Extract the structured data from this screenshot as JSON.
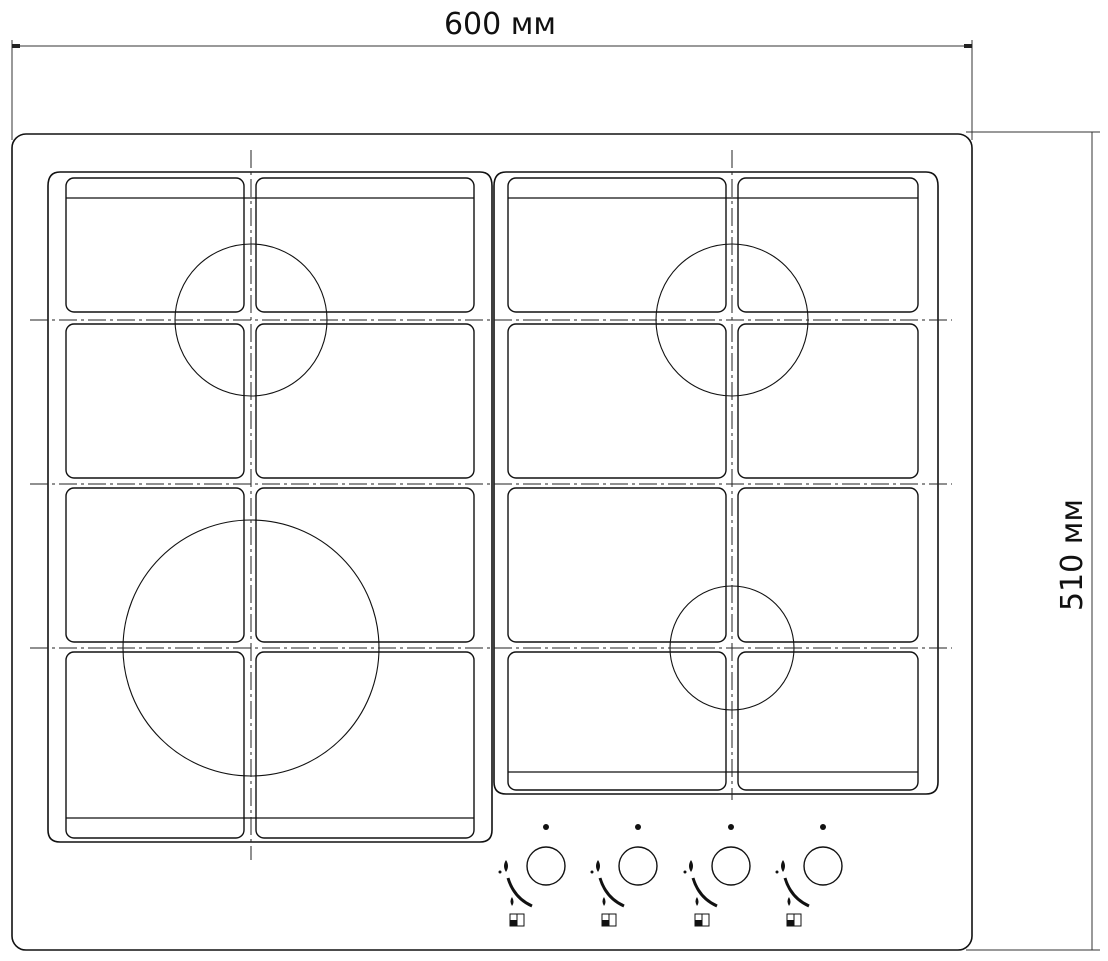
{
  "dimensions": {
    "width_label": "600 мм",
    "height_label": "510 мм"
  },
  "hob": {
    "burner_count": 4,
    "knob_count": 4,
    "knobs": [
      {
        "id": "knob-1",
        "icon": "flame-high-low-icon"
      },
      {
        "id": "knob-2",
        "icon": "flame-high-low-icon"
      },
      {
        "id": "knob-3",
        "icon": "flame-high-low-icon"
      },
      {
        "id": "knob-4",
        "icon": "flame-high-low-icon"
      }
    ]
  },
  "colors": {
    "line": "#111111",
    "background": "#ffffff"
  }
}
